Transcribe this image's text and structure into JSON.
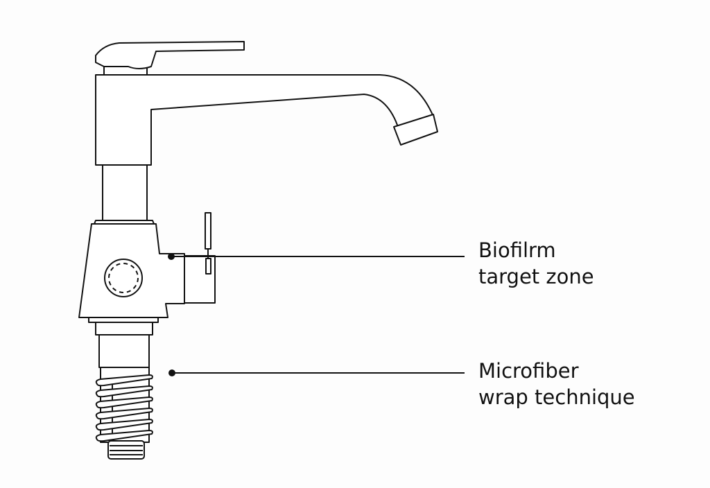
{
  "diagram": {
    "subject": "faucet",
    "callouts": [
      {
        "line1": "Biofilrm",
        "line2": "target zone"
      },
      {
        "line1": "Microfiber",
        "line2": "wrap technique"
      }
    ],
    "colors": {
      "line": "#111111",
      "background": "#fdfdfd"
    }
  }
}
